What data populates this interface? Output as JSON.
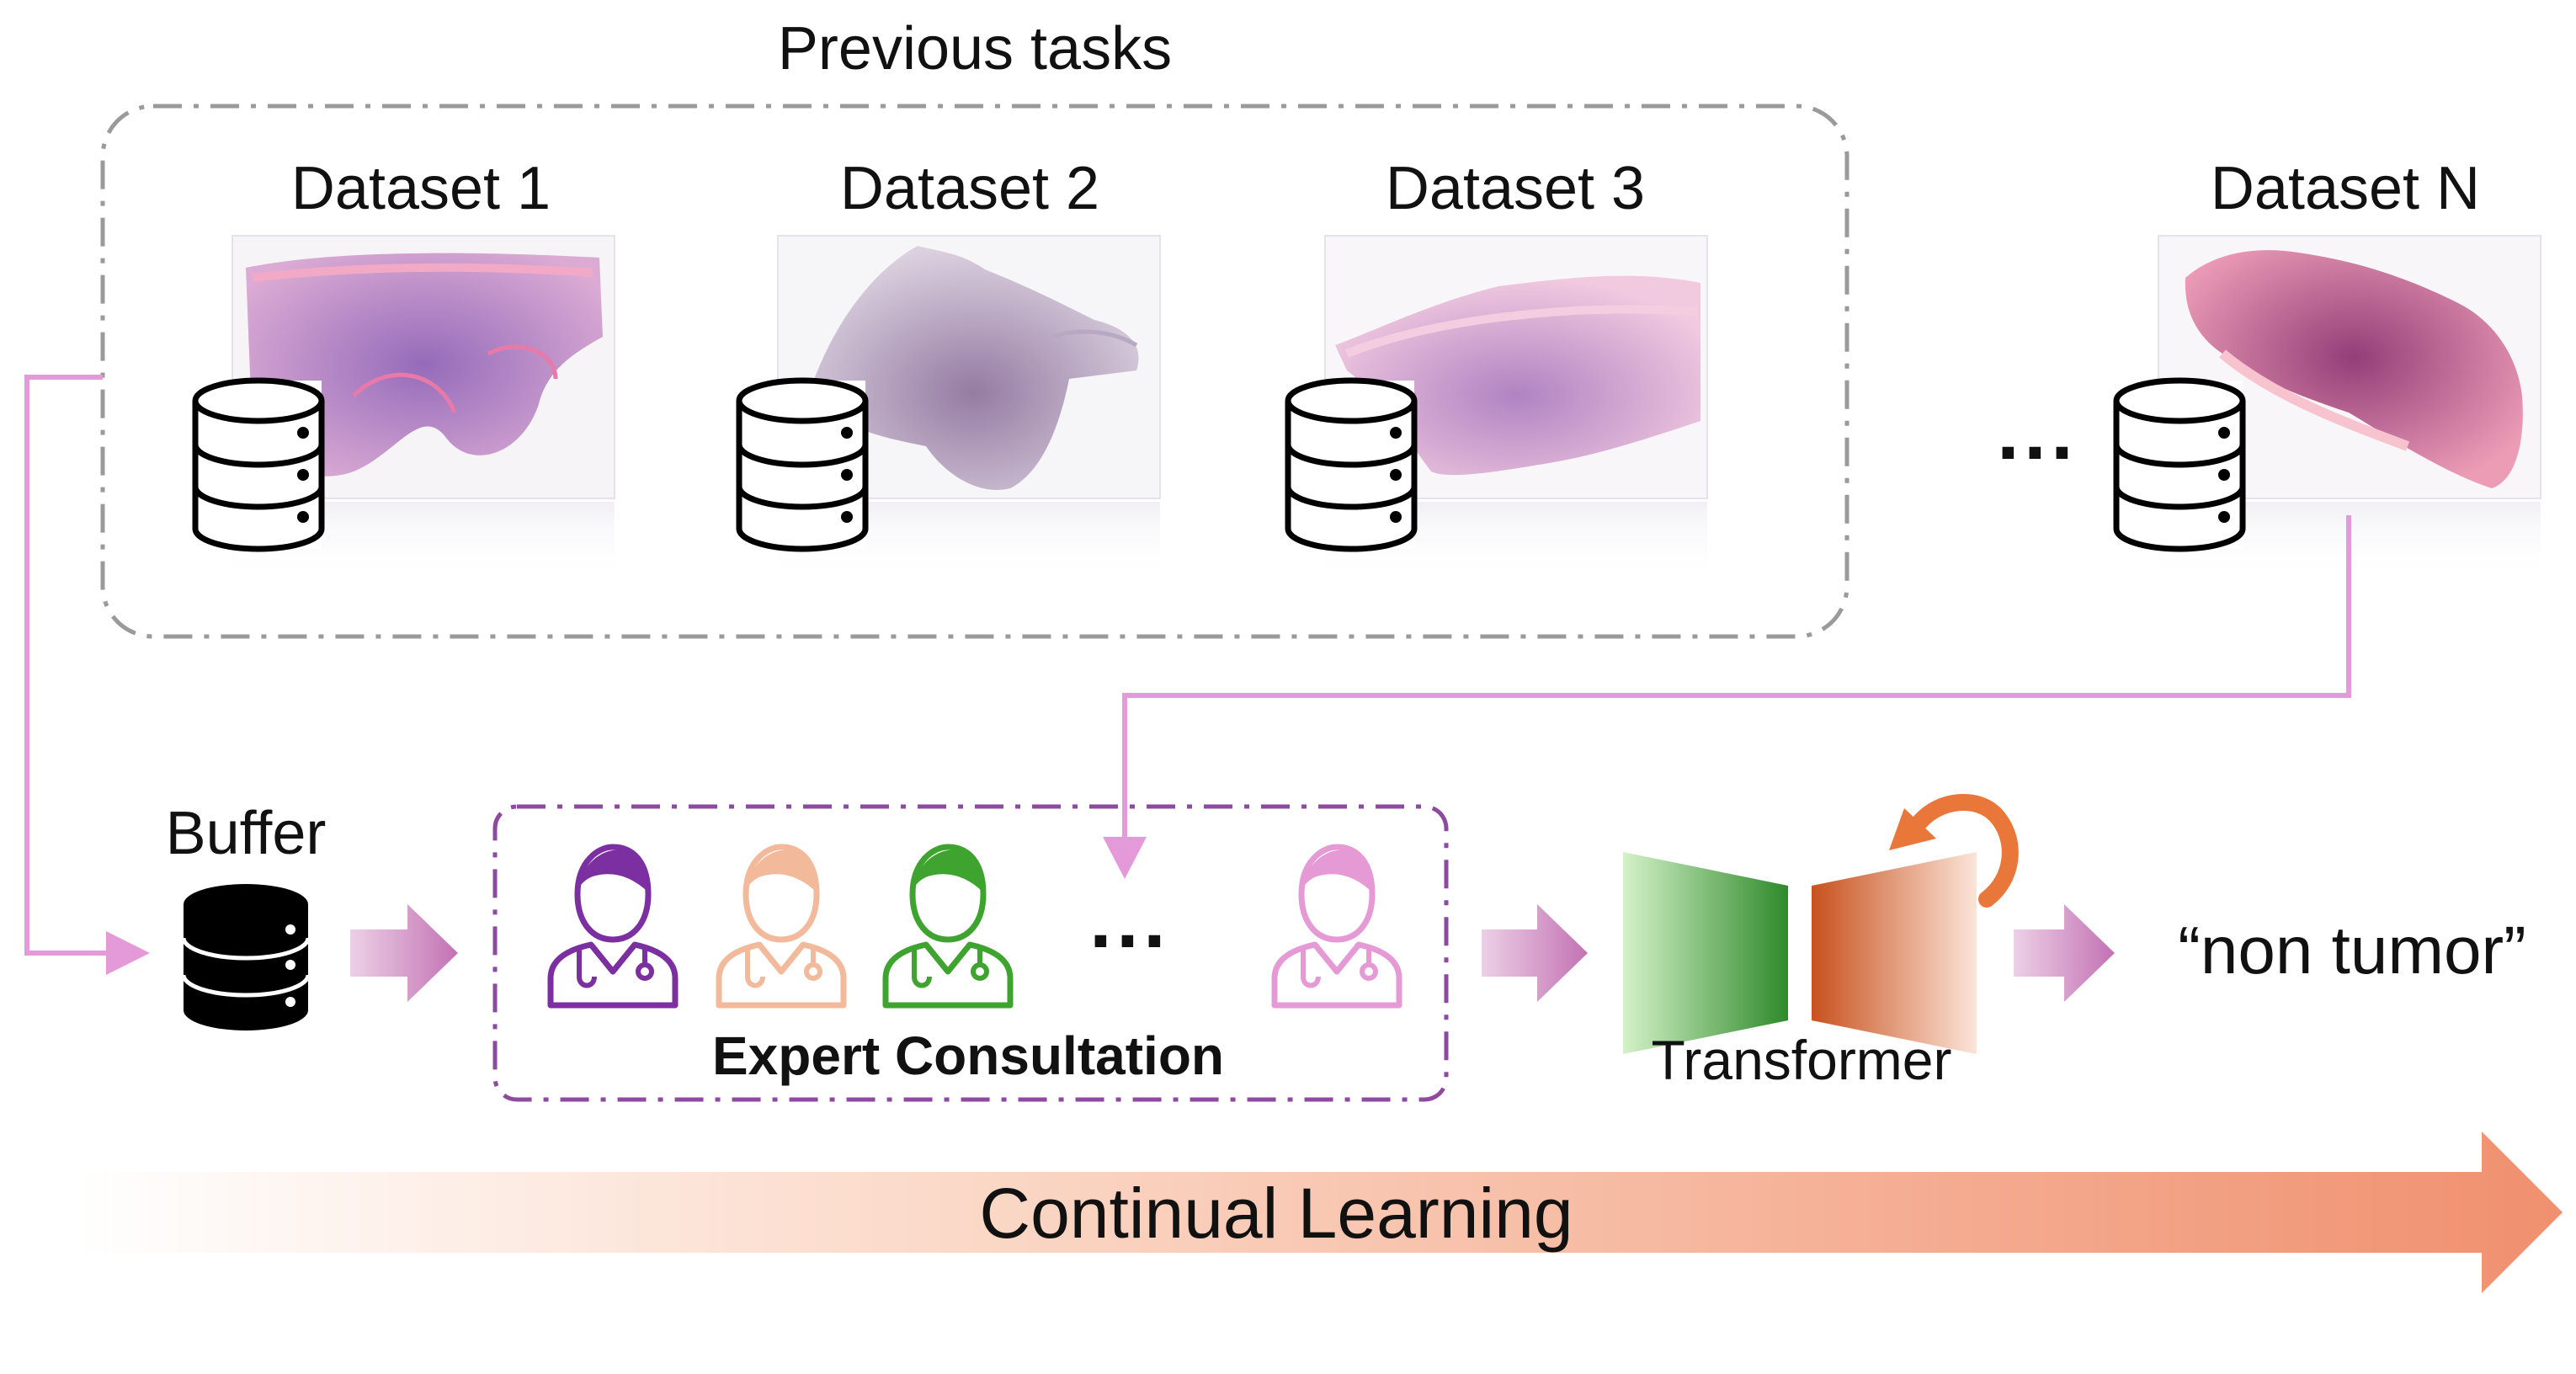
{
  "title": "Previous tasks",
  "datasets": [
    {
      "label": "Dataset 1"
    },
    {
      "label": "Dataset 2"
    },
    {
      "label": "Dataset 3"
    },
    {
      "label": "Dataset N"
    }
  ],
  "ellipsis_datasets": "···",
  "buffer_label": "Buffer",
  "expert_label": "Expert Consultation",
  "ellipsis_experts": "···",
  "model_label": "Transformer",
  "output_label": "“non tumor”",
  "timeline_label": "Continual Learning",
  "colors": {
    "pink_line": "#e49ad9",
    "expert_purple": "#7b2fa0",
    "expert_peach": "#f2b99b",
    "expert_green": "#3fa32f",
    "expert_pink": "#e59ad6",
    "encoder_green": "#3c9a35",
    "decoder_orange": "#c95a2a",
    "loop_orange": "#e9773a",
    "timeline": "#f0957a"
  }
}
